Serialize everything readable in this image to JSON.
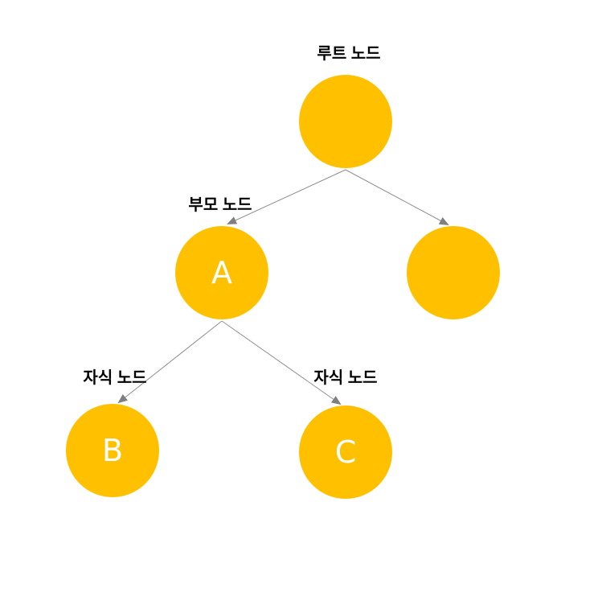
{
  "diagram": {
    "type": "tree",
    "language": "ko",
    "colors": {
      "node_fill": "#FFC000",
      "node_label_text": "#FFFFFF",
      "caption_text": "#000000",
      "edge_line": "#8F8F8F",
      "arrowhead": "#7F7F7F",
      "background": "#FFFFFF"
    },
    "nodes": [
      {
        "id": "root",
        "label": "",
        "caption": "루트 노드"
      },
      {
        "id": "parent-a",
        "label": "A",
        "caption": "부모 노드"
      },
      {
        "id": "right-child",
        "label": "",
        "caption": ""
      },
      {
        "id": "child-b",
        "label": "B",
        "caption": "자식 노드"
      },
      {
        "id": "child-c",
        "label": "C",
        "caption": "자식 노드"
      }
    ],
    "edges": [
      {
        "from": "root",
        "to": "parent-a"
      },
      {
        "from": "root",
        "to": "right-child"
      },
      {
        "from": "parent-a",
        "to": "child-b"
      },
      {
        "from": "parent-a",
        "to": "child-c"
      }
    ]
  }
}
